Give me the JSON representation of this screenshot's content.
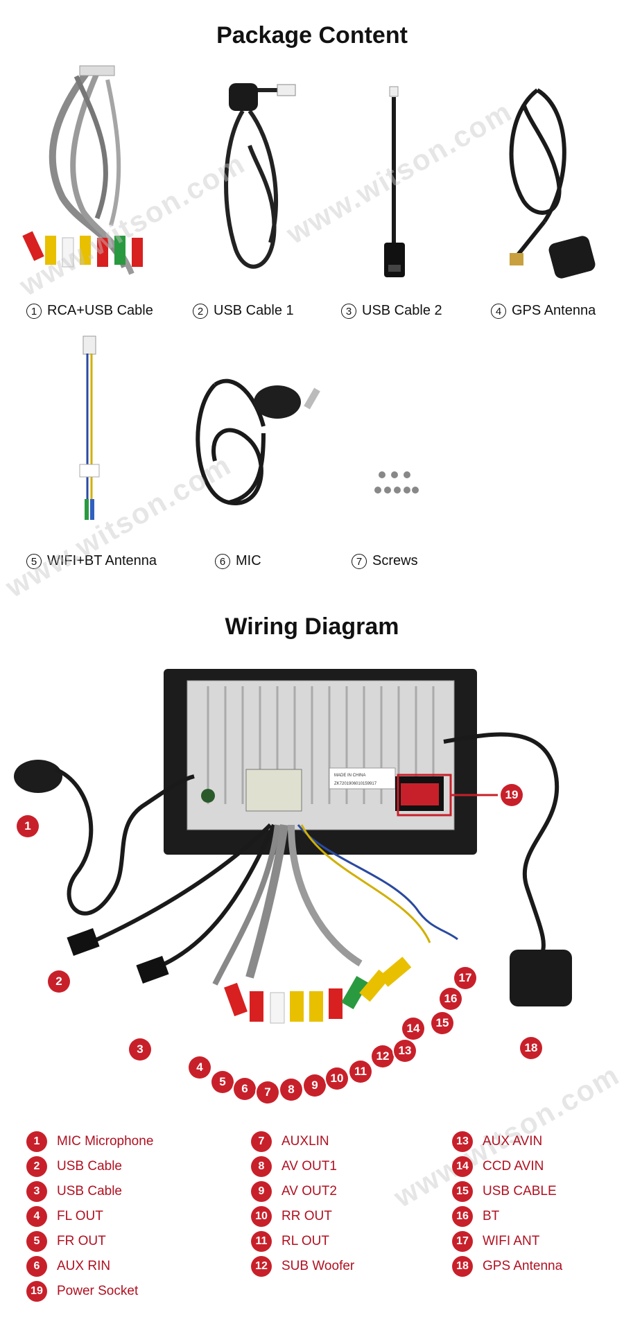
{
  "package": {
    "title": "Package Content",
    "items": [
      {
        "num": "1",
        "label": "RCA+USB Cable"
      },
      {
        "num": "2",
        "label": "USB Cable 1"
      },
      {
        "num": "3",
        "label": "USB Cable 2"
      },
      {
        "num": "4",
        "label": "GPS Antenna"
      },
      {
        "num": "5",
        "label": "WIFI+BT Antenna"
      },
      {
        "num": "6",
        "label": "MIC"
      },
      {
        "num": "7",
        "label": "Screws"
      }
    ]
  },
  "wiring": {
    "title": "Wiring Diagram",
    "legend": [
      {
        "num": "1",
        "label": "MIC Microphone"
      },
      {
        "num": "2",
        "label": "USB Cable"
      },
      {
        "num": "3",
        "label": "USB Cable"
      },
      {
        "num": "4",
        "label": "FL OUT"
      },
      {
        "num": "5",
        "label": "FR OUT"
      },
      {
        "num": "6",
        "label": "AUX RIN"
      },
      {
        "num": "19",
        "label": "Power Socket"
      },
      {
        "num": "7",
        "label": "AUXLIN"
      },
      {
        "num": "8",
        "label": "AV OUT1"
      },
      {
        "num": "9",
        "label": "AV OUT2"
      },
      {
        "num": "10",
        "label": "RR OUT"
      },
      {
        "num": "11",
        "label": "RL OUT"
      },
      {
        "num": "12",
        "label": "SUB Woofer"
      },
      {
        "num": "13",
        "label": "AUX AVIN"
      },
      {
        "num": "14",
        "label": "CCD AVIN"
      },
      {
        "num": "15",
        "label": "USB CABLE"
      },
      {
        "num": "16",
        "label": "BT"
      },
      {
        "num": "17",
        "label": "WIFI ANT"
      },
      {
        "num": "18",
        "label": "GPS Antenna"
      }
    ],
    "badges": [
      "1",
      "2",
      "3",
      "4",
      "5",
      "6",
      "7",
      "8",
      "9",
      "10",
      "11",
      "12",
      "13",
      "14",
      "15",
      "16",
      "17",
      "18",
      "19"
    ],
    "device_text": {
      "made": "MADE IN CHINA",
      "serial": "ZK7201906010159917"
    }
  },
  "watermark": "www.witson.com",
  "colors": {
    "accent": "#c8202a",
    "legend_text": "#b01020"
  }
}
